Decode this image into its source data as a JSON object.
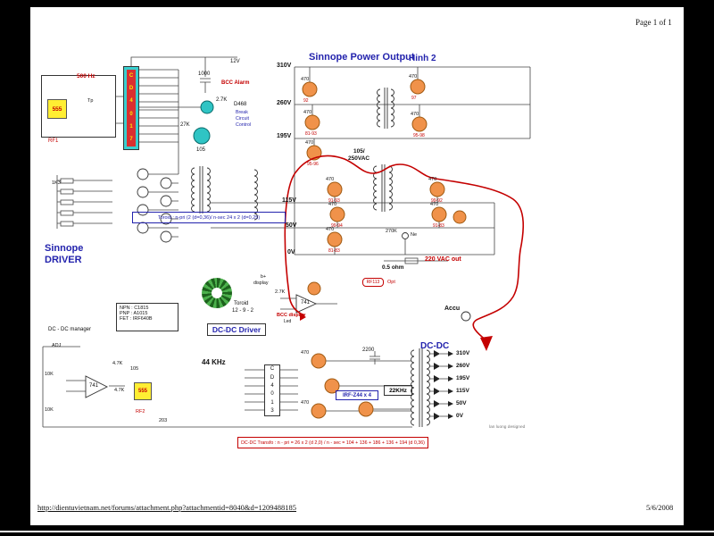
{
  "window": {
    "page_info": "Page 1 of 1",
    "url": "http://dientuvietnam.net/forums/attachment.php?attachmentid=8040&d=1209488185",
    "date": "5/6/2008"
  },
  "titles": {
    "power": "Sinnope Power Output",
    "hinh": "Hinh 2",
    "driver1": "Sinnope",
    "driver2": "DRIVER",
    "dcdc_driver": "DC-DC Driver",
    "dcdc": "DC-DC",
    "manager": "DC - DC manager"
  },
  "osc": {
    "freq": "500 Hz",
    "timer": "555",
    "tp": "Tp",
    "rf1": "RF1",
    "chip_letters": [
      "C",
      "D",
      "4",
      "0",
      "1",
      "7"
    ],
    "cap": "1000",
    "v12": "12V",
    "r2k7": "2.7K",
    "r27k": "27K",
    "alarm": "BCC Alarm",
    "d468": "D468",
    "break1": "Break",
    "break2": "Circuit",
    "break3": "Control",
    "t105": "105",
    "r1k3": "1K3"
  },
  "driver": {
    "toroid_note": "Toroid : n-pri (2 (d=0,36)/ n-sec 24 x 2 (d=0,25)"
  },
  "power": {
    "rails": [
      "310V",
      "260V",
      "195V",
      "115V",
      "50V",
      "0V"
    ],
    "r470": "470",
    "codes": [
      "92",
      "81-93",
      "95-96",
      "97",
      "95-98",
      "91-93",
      "99-94",
      "81-83",
      "99-92",
      "91-83"
    ],
    "xfmr1": "105/",
    "xfmr2": "250VAC",
    "shunt": "0.5 ohm",
    "vac_out": "220 VAC out",
    "neon_r": "270K",
    "neon": "Ne",
    "opamp": "741",
    "r2k7": "2.7K",
    "rf113": "RF113",
    "opt": "Opt",
    "bplus1": "b+",
    "bplus2": "display",
    "bcc_display": "BCC display",
    "led": "Led",
    "accu": "Accu"
  },
  "notes": {
    "npn": "NPN : C1815",
    "pnp": "PNP : A1015",
    "fet": "FET : IRF640B",
    "toroid1": "Toroid",
    "toroid2": "12 - 9 - 2"
  },
  "manager": {
    "adj": "ADJ",
    "r10k_a": "10K",
    "r10k_b": "10K",
    "opamp": "741",
    "r4k7_a": "4.7K",
    "r4k7_b": "4.7K",
    "c105": "105",
    "timer": "555",
    "rf2": "RF2",
    "r203": "203",
    "freq": "44 KHz",
    "chip_letters": [
      "C",
      "D",
      "4",
      "0",
      "1",
      "3"
    ]
  },
  "dcdc": {
    "cap": "2200",
    "fets": "IRF-Z44 x 4",
    "freq": "22KHz",
    "outs": [
      "310V",
      "260V",
      "195V",
      "115V",
      "50V",
      "0V"
    ],
    "transfo_note": "DC-DC Transfo : n - pri = 26 x 2 (d 2,0) / n - sec = 104 + 136 + 186 + 136 + 194 (d 0,36)",
    "designer": "lan luong designed"
  }
}
